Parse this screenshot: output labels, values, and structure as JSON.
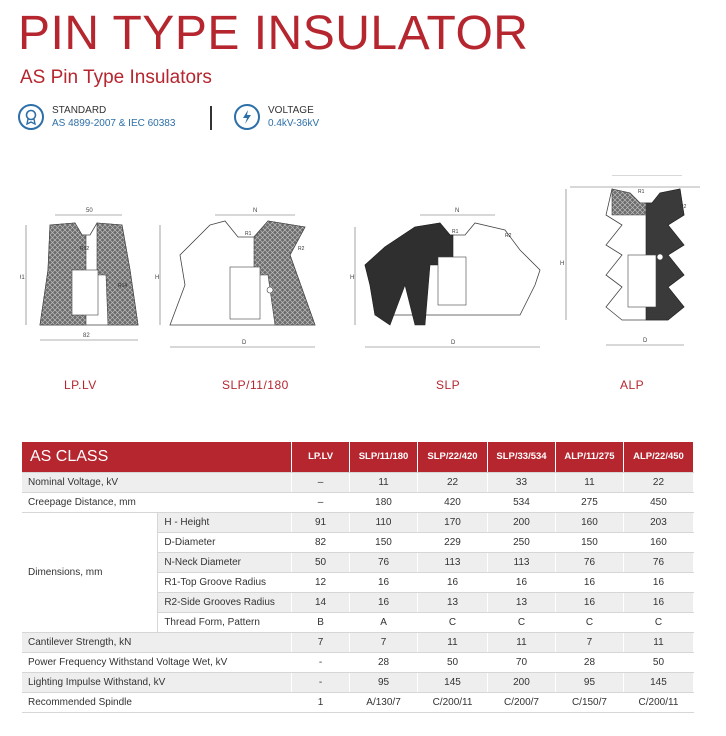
{
  "header": {
    "title": "PIN TYPE INSULATOR",
    "subtitle": "AS Pin Type Insulators"
  },
  "specs": {
    "standard_label": "STANDARD",
    "standard_value": "AS 4899-2007 & IEC 60383",
    "voltage_label": "VOLTAGE",
    "voltage_value": "0.4kV-36kV"
  },
  "drawings": [
    {
      "caption": "LP.LV",
      "top_dim": "50",
      "bottom_dim": "82",
      "height_dim": "91",
      "r1": "R12",
      "r2": "R14"
    },
    {
      "caption": "SLP/11/180",
      "top_dim": "N",
      "bottom_dim": "D",
      "height_dim": "H",
      "r1": "R1",
      "r2": "R2"
    },
    {
      "caption": "SLP",
      "top_dim": "N",
      "bottom_dim": "D",
      "height_dim": "H",
      "r1": "R1",
      "r2": "R2"
    },
    {
      "caption": "ALP",
      "top_dim": "N",
      "bottom_dim": "D",
      "height_dim": "H",
      "r1": "R1",
      "r2": "R2"
    }
  ],
  "table": {
    "class_header": "AS CLASS",
    "columns": [
      "LP.LV",
      "SLP/11/180",
      "SLP/22/420",
      "SLP/33/534",
      "ALP/11/275",
      "ALP/22/450"
    ],
    "dimension_group_label": "Dimensions, mm",
    "rows": [
      {
        "label": "Nominal Voltage, kV",
        "values": [
          "–",
          "11",
          "22",
          "33",
          "11",
          "22"
        ]
      },
      {
        "label": "Creepage Distance,  mm",
        "values": [
          "–",
          "180",
          "420",
          "534",
          "275",
          "450"
        ]
      },
      {
        "label": "H - Height",
        "values": [
          "91",
          "110",
          "170",
          "200",
          "160",
          "203"
        ]
      },
      {
        "label": "D-Diameter",
        "values": [
          "82",
          "150",
          "229",
          "250",
          "150",
          "160"
        ]
      },
      {
        "label": "N-Neck Diameter",
        "values": [
          "50",
          "76",
          "113",
          "113",
          "76",
          "76"
        ]
      },
      {
        "label": "R1-Top Groove Radius",
        "values": [
          "12",
          "16",
          "16",
          "16",
          "16",
          "16"
        ]
      },
      {
        "label": "R2-Side Grooves Radius",
        "values": [
          "14",
          "16",
          "13",
          "13",
          "16",
          "16"
        ]
      },
      {
        "label": "Thread Form,  Pattern",
        "values": [
          "B",
          "A",
          "C",
          "C",
          "C",
          "C"
        ]
      },
      {
        "label": "Cantilever Strength, kN",
        "values": [
          "7",
          "7",
          "11",
          "11",
          "7",
          "11"
        ]
      },
      {
        "label": "Power Frequency Withstand Voltage Wet,  kV",
        "values": [
          "-",
          "28",
          "50",
          "70",
          "28",
          "50"
        ]
      },
      {
        "label": "Lighting Impulse Withstand,  kV",
        "values": [
          "-",
          "95",
          "145",
          "200",
          "95",
          "145"
        ]
      },
      {
        "label": "Recommended Spindle",
        "values": [
          "1",
          "A/130/7",
          "C/200/11",
          "C/200/7",
          "C/150/7",
          "C/200/11"
        ]
      }
    ]
  },
  "colors": {
    "accent": "#b5262f",
    "blue": "#2d6fa8",
    "header_bg": "#b5262f",
    "row_alt": "#eeeeee"
  }
}
